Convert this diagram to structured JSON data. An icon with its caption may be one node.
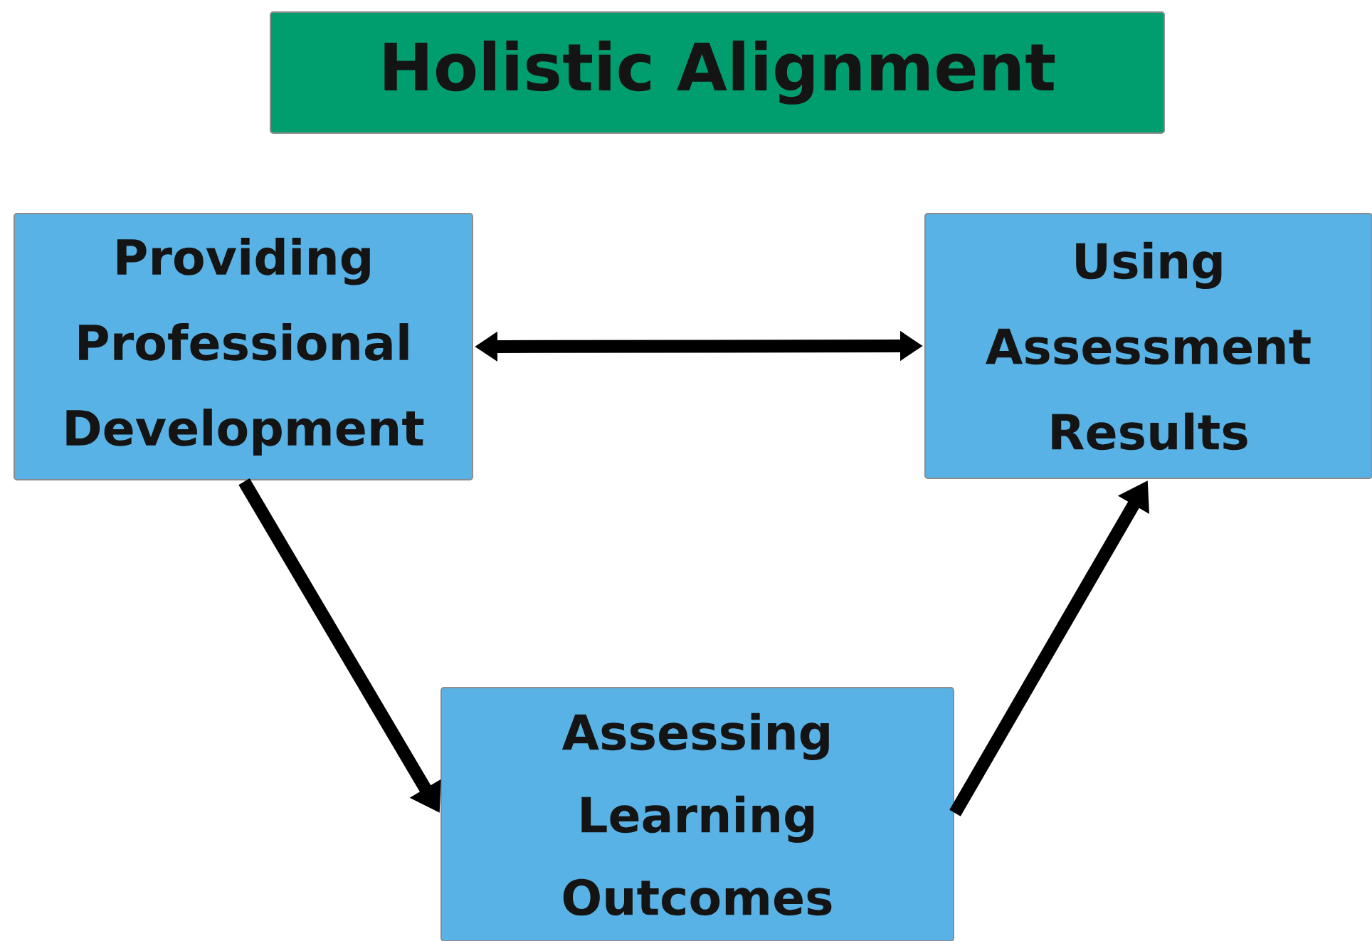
{
  "diagram": {
    "nodes": [
      {
        "text": [
          "Holistic Alignment"
        ]
      },
      {
        "text": [
          "Providing Professional Development"
        ]
      },
      {
        "text": [
          "Using Assessment Results"
        ]
      },
      {
        "text": [
          "Assessing Learning Outcomes"
        ]
      }
    ],
    "edges": [
      {
        "from": 1,
        "to": 2,
        "arrow": "both"
      },
      {
        "from": 1,
        "to": 3,
        "arrow": "to"
      },
      {
        "from": 3,
        "to": 2,
        "arrow": "to"
      }
    ]
  }
}
